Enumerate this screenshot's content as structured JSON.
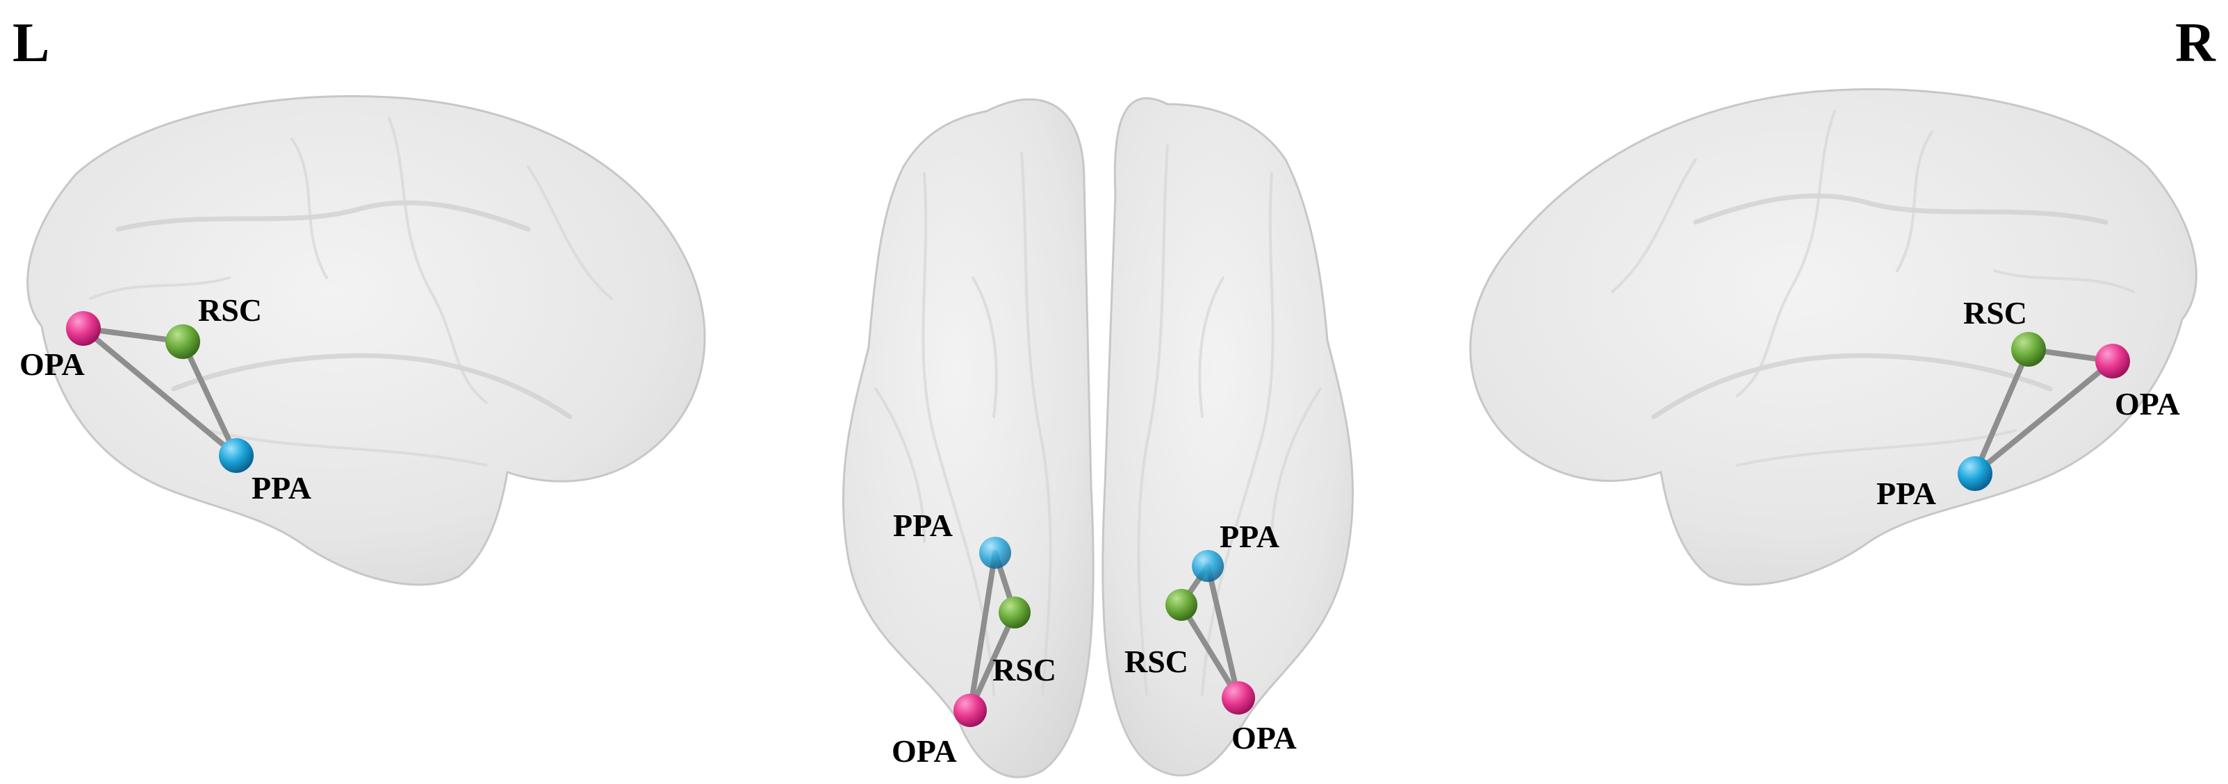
{
  "hemisphere_labels": {
    "left": "L",
    "right": "R"
  },
  "rois": {
    "opa": {
      "label": "OPA",
      "color": "#e8368f"
    },
    "rsc": {
      "label": "RSC",
      "color": "#6aaa3a"
    },
    "ppa": {
      "label": "PPA",
      "color": "#1aa3d9"
    }
  },
  "views": {
    "left_lateral": {
      "opa": "OPA",
      "rsc": "RSC",
      "ppa": "PPA"
    },
    "ventral_left": {
      "opa": "OPA",
      "rsc": "RSC",
      "ppa": "PPA"
    },
    "ventral_right": {
      "opa": "OPA",
      "rsc": "RSC",
      "ppa": "PPA"
    },
    "right_lateral": {
      "opa": "OPA",
      "rsc": "RSC",
      "ppa": "PPA"
    }
  },
  "connections": [
    [
      "OPA",
      "RSC"
    ],
    [
      "RSC",
      "PPA"
    ],
    [
      "OPA",
      "PPA"
    ]
  ]
}
